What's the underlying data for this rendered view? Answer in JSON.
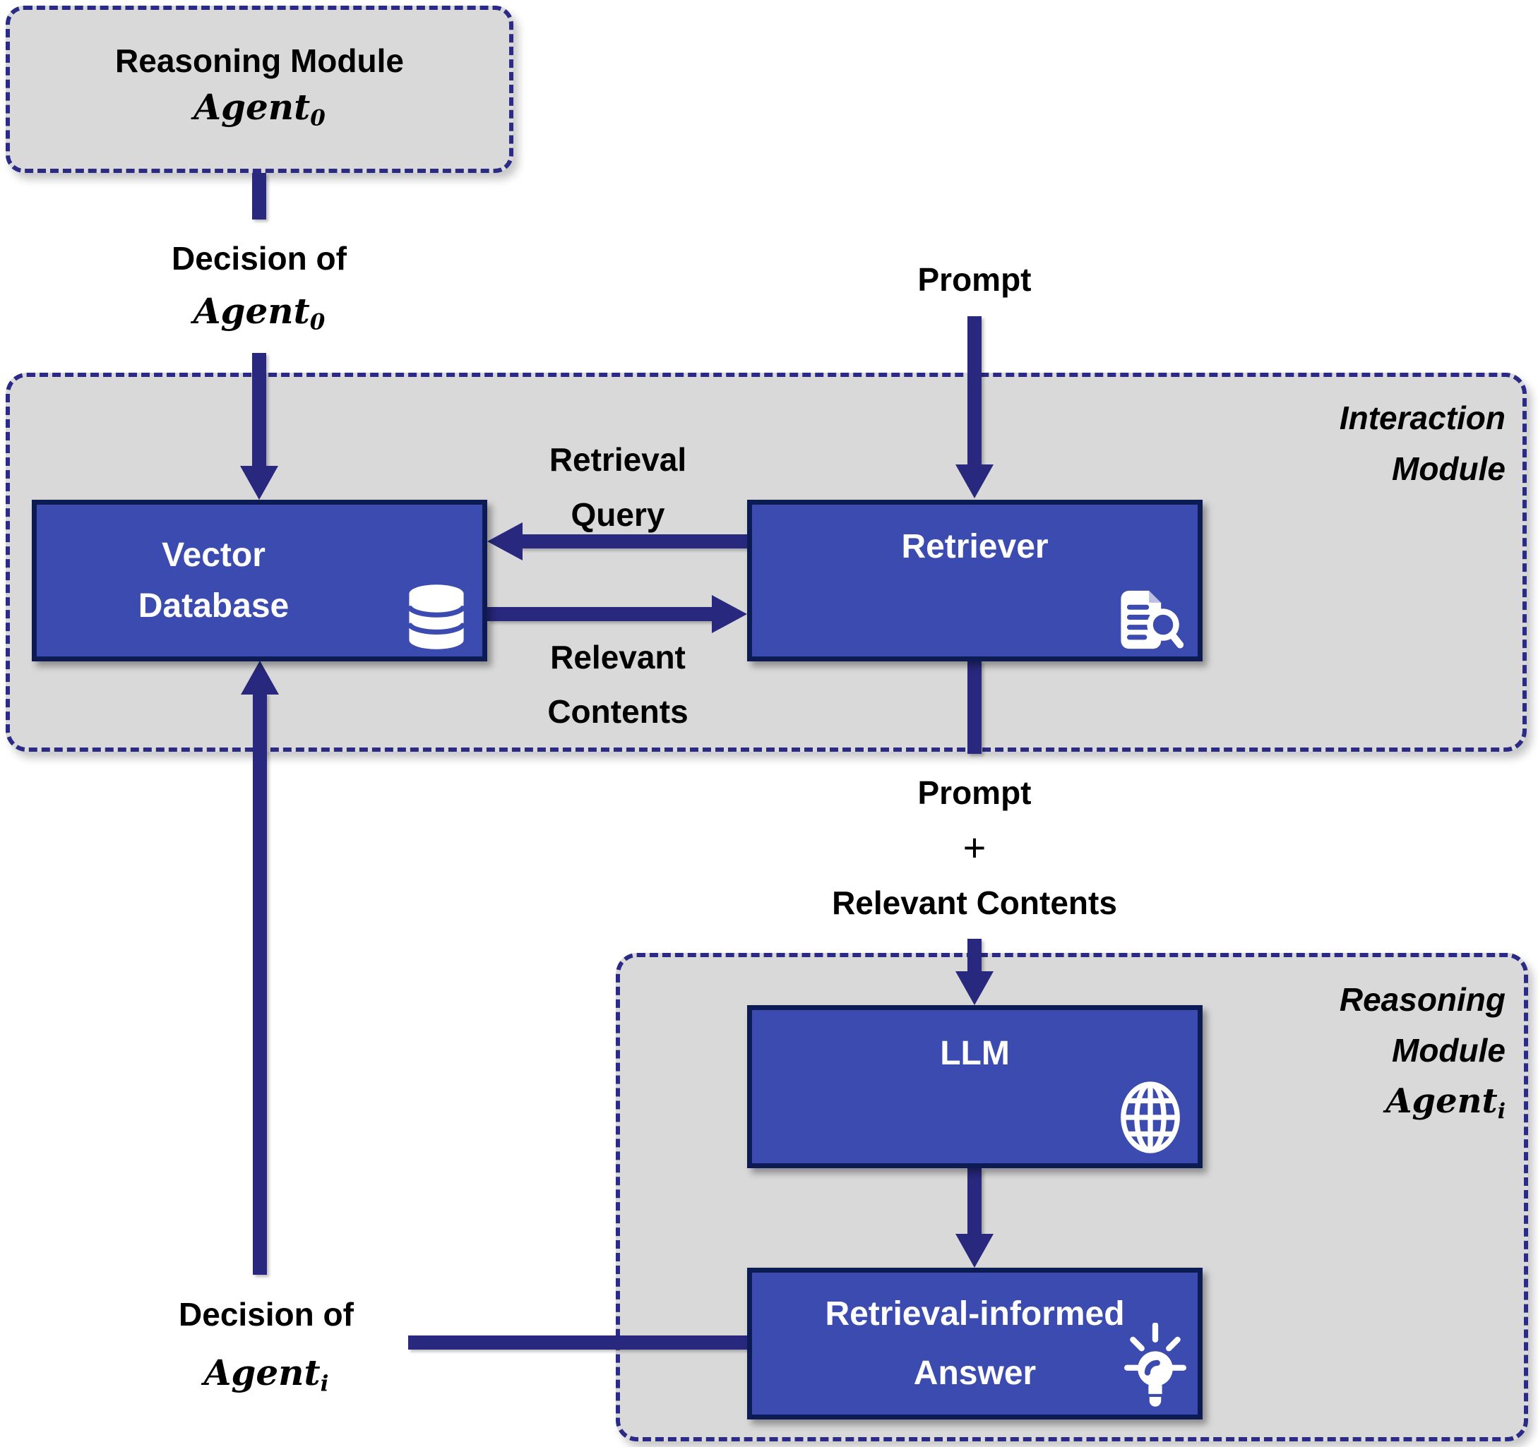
{
  "colors": {
    "background": "#ffffff",
    "module_fill": "#d9d9d9",
    "module_dashed_border": "#2b2b87",
    "node_fill": "#3b4bb0",
    "node_border": "#0d1b55",
    "arrow": "#28287e",
    "label_text": "#000000",
    "node_text": "#ffffff"
  },
  "agent0_module": {
    "title": "Reasoning Module",
    "agent_word": "Agent",
    "agent_sub": "0"
  },
  "interaction_module": {
    "label_line1": "Interaction",
    "label_line2": "Module",
    "vector_database": {
      "line1": "Vector",
      "line2": "Database",
      "icon": "database-icon"
    },
    "retriever": {
      "label": "Retriever",
      "icon": "document-search-icon"
    }
  },
  "reasoning_module_i": {
    "label_line1": "Reasoning",
    "label_line2": "Module",
    "agent_word": "Agent",
    "agent_sub": "i",
    "llm": {
      "label": "LLM",
      "icon": "globe-icon"
    },
    "answer": {
      "line1": "Retrieval-informed",
      "line2": "Answer",
      "icon": "lightbulb-icon"
    }
  },
  "flow_labels": {
    "decision0": {
      "line1": "Decision of",
      "agent_word": "Agent",
      "agent_sub": "0"
    },
    "prompt_top": "Prompt",
    "retrieval_query": {
      "line1": "Retrieval",
      "line2": "Query"
    },
    "relevant_contents": {
      "line1": "Relevant",
      "line2": "Contents"
    },
    "prompt_plus": {
      "line1": "Prompt",
      "line2": "+",
      "line3": "Relevant Contents"
    },
    "decision_i": {
      "line1": "Decision of",
      "agent_word": "Agent",
      "agent_sub": "i"
    }
  }
}
